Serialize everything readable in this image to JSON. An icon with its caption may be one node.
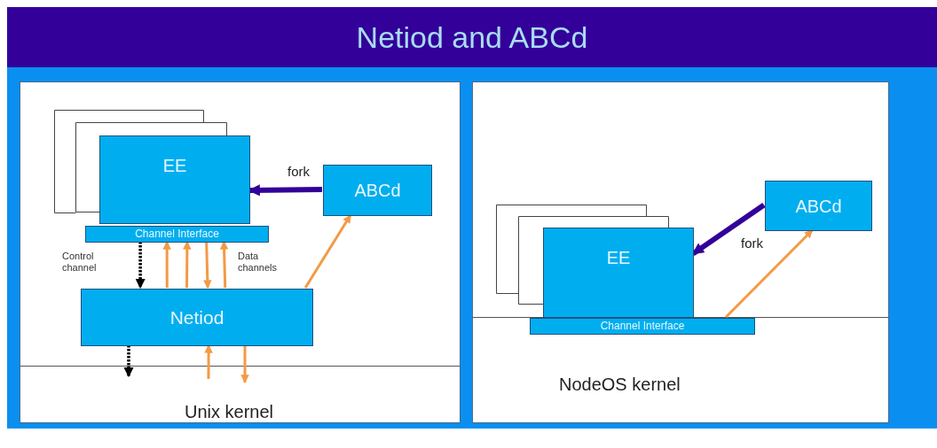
{
  "diagram": {
    "title": "Netiod and ABCd",
    "nodes": [
      {
        "text": [
          "Unix kernel"
        ]
      },
      {
        "text": [
          "EE"
        ],
        "in": 0
      },
      {
        "text": [
          "Channel Interface"
        ],
        "in": 0
      },
      {
        "text": [
          "ABCd"
        ],
        "in": 0
      },
      {
        "text": [
          "Netiod"
        ],
        "in": 0
      },
      {
        "text": [
          "NodeOS kernel"
        ]
      },
      {
        "text": [
          "EE"
        ],
        "in": 5
      },
      {
        "text": [
          "Channel Interface"
        ],
        "in": 5
      },
      {
        "text": [
          "ABCd"
        ],
        "in": 5
      }
    ],
    "edges": [
      {
        "from": 3,
        "to": 1,
        "arrow": "to",
        "label": "fork",
        "style": "thick",
        "color": "#330099"
      },
      {
        "from": 2,
        "to": 4,
        "arrow": "to",
        "style": "dashed",
        "color": "#000000"
      },
      {
        "from": 4,
        "to": 2,
        "arrow": "to"
      },
      {
        "from": 4,
        "to": 2,
        "arrow": "to"
      },
      {
        "from": 2,
        "to": 4,
        "arrow": "to"
      },
      {
        "from": 4,
        "to": 2,
        "arrow": "to"
      },
      {
        "from": 4,
        "to": 3,
        "arrow": "to"
      },
      {
        "from": 4,
        "to": null,
        "arrow": "to",
        "style": "dashed",
        "color": "#000000"
      },
      {
        "from": null,
        "to": 4,
        "arrow": "to"
      },
      {
        "from": 4,
        "to": null,
        "arrow": "to"
      },
      {
        "from": 8,
        "to": 6,
        "arrow": "to",
        "label": "fork",
        "style": "thick",
        "color": "#330099"
      },
      {
        "from": 7,
        "to": 8,
        "arrow": "to"
      }
    ],
    "labels": [
      "Control channel",
      "Data channels"
    ]
  }
}
